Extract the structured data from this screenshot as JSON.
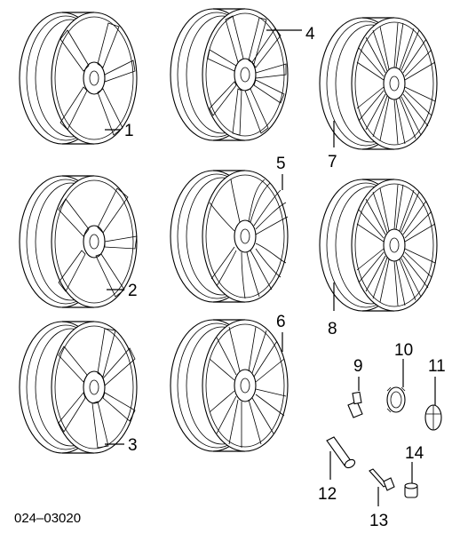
{
  "diagram": {
    "wheels": [
      {
        "id": "wheel-1",
        "callout": "1"
      },
      {
        "id": "wheel-2",
        "callout": "2"
      },
      {
        "id": "wheel-3",
        "callout": "3"
      },
      {
        "id": "wheel-4",
        "callout": "4"
      },
      {
        "id": "wheel-5",
        "callout": "5"
      },
      {
        "id": "wheel-6",
        "callout": "6"
      },
      {
        "id": "wheel-7",
        "callout": "7"
      },
      {
        "id": "wheel-8",
        "callout": "8"
      }
    ],
    "small_parts": [
      {
        "id": "valve",
        "callout": "9"
      },
      {
        "id": "hub-cap",
        "callout": "10"
      },
      {
        "id": "emblem",
        "callout": "11"
      },
      {
        "id": "valve-stem",
        "callout": "12"
      },
      {
        "id": "wheel-bolt",
        "callout": "13"
      },
      {
        "id": "cap",
        "callout": "14"
      }
    ],
    "diagram_code": "024–03020"
  }
}
